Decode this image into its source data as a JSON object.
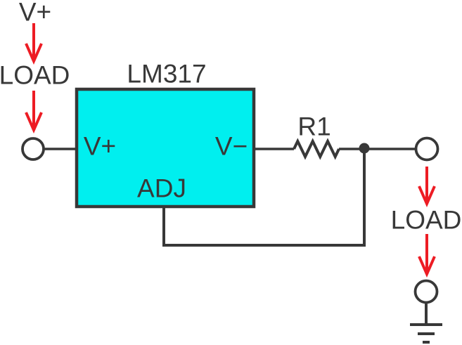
{
  "diagram": {
    "kind": "circuit-schematic",
    "input": {
      "rail_label": "V+",
      "load_label": "LOAD"
    },
    "regulator": {
      "title": "LM317",
      "pins": {
        "vin": "V+",
        "vout": "V−",
        "adj": "ADJ"
      }
    },
    "resistor": {
      "label": "R1"
    },
    "output": {
      "load_label": "LOAD"
    }
  },
  "colors": {
    "stroke": "#383838",
    "regulator_fill": "#00efef",
    "arrow_red": "#ed1c24",
    "background": "#ffffff"
  }
}
